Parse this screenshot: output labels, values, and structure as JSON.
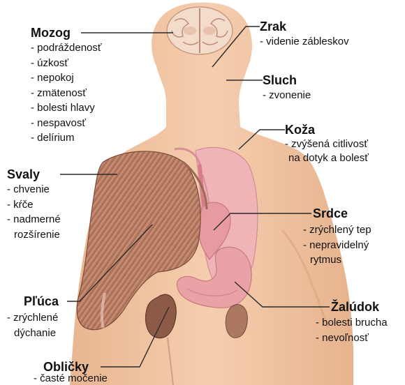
{
  "labels": {
    "mozog": {
      "title": "Mozog",
      "items": [
        "- podráždenosť",
        "- úzkosť",
        "- nepokoj",
        "- zmätenosť",
        "- bolesti hlavy",
        "- nespavosť",
        "- delírium"
      ]
    },
    "zrak": {
      "title": "Zrak",
      "items": [
        "- videnie zábleskov"
      ]
    },
    "sluch": {
      "title": "Sluch",
      "items": [
        "- zvonenie"
      ]
    },
    "koza": {
      "title": "Koža",
      "items": [
        "- zvýšená citlivosť",
        "na dotyk a bolesť"
      ]
    },
    "svaly": {
      "title": "Svaly",
      "items": [
        "- chvenie",
        "- kŕče",
        "- nadmerné",
        "rozšírenie"
      ]
    },
    "srdce": {
      "title": "Srdce",
      "items": [
        "- zrýchlený tep",
        "- nepravidelný",
        "rytmus"
      ]
    },
    "pluca": {
      "title": "Pľúca",
      "items": [
        "- zrýchlené",
        "dýchanie"
      ]
    },
    "zaludok": {
      "title": "Žalúdok",
      "items": [
        "- bolesti brucha",
        "- nevoľnosť"
      ]
    },
    "oblicky": {
      "title": "Obličky",
      "items": [
        "- časté močenie"
      ]
    }
  },
  "colors": {
    "skin": "#f2c9a6",
    "skin_shadow": "#e2ac86",
    "muscle": "#b77b63",
    "lung": "#efb3b8",
    "stomach": "#e9a3a6",
    "kidney": "#8d5a48",
    "brain": "#f4dccb",
    "leader_line": "#2b2b2b"
  }
}
